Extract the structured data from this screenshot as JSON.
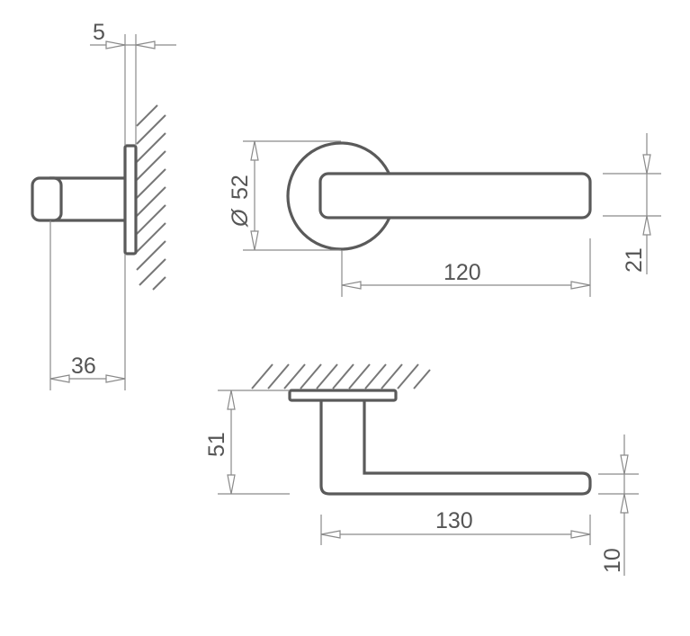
{
  "dimensions": {
    "rose_offset": "5",
    "projection": "36",
    "rose_diameter_symbol": "Ø",
    "rose_diameter": "52",
    "lever_height": "21",
    "lever_length_front": "120",
    "rose_to_lever": "51",
    "lever_length_top": "130",
    "lever_thickness": "10"
  },
  "colors": {
    "outline": "#5a5a5a",
    "dimension_line": "#8a8a8a",
    "text": "#555555",
    "hatch": "#777777"
  }
}
